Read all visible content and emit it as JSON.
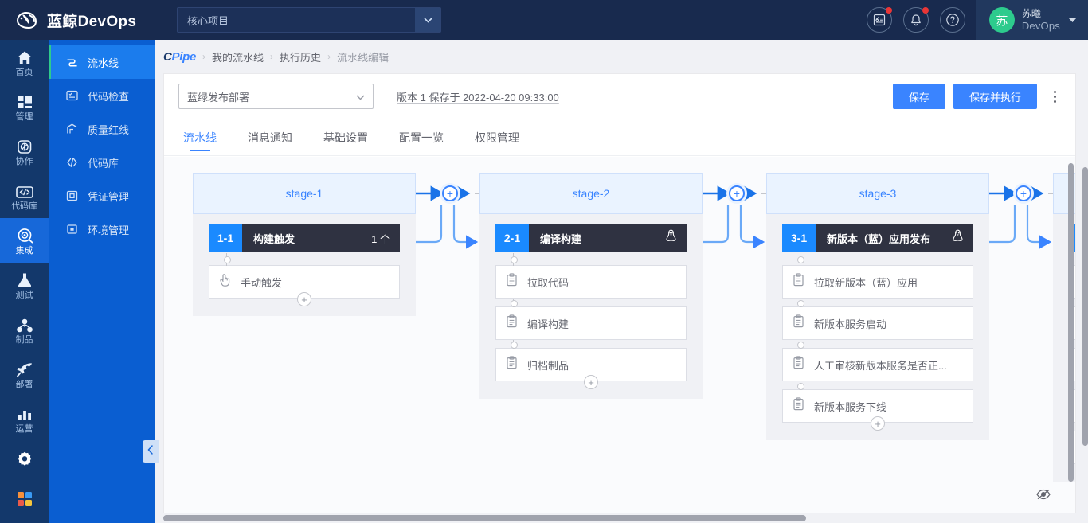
{
  "header": {
    "logo_text": "蓝鲸DevOps",
    "logo_icon": "whale-logo-icon",
    "project_value": "核心项目",
    "icons": [
      {
        "name": "todo-list-icon",
        "badge": true
      },
      {
        "name": "bell-icon",
        "badge": true
      },
      {
        "name": "help-icon",
        "badge": false
      }
    ],
    "user": {
      "avatar_text": "苏",
      "name": "苏曦",
      "org": "DevOps",
      "caret_icon": "chevron-down-icon"
    }
  },
  "rail": {
    "items": [
      {
        "label": "首页",
        "icon": "home-icon",
        "active": false
      },
      {
        "label": "管理",
        "icon": "dashboard-icon",
        "active": false
      },
      {
        "label": "协作",
        "icon": "collaborate-icon",
        "active": false
      },
      {
        "label": "代码库",
        "icon": "code-repo-icon",
        "active": false
      },
      {
        "label": "集成",
        "icon": "integration-icon",
        "active": true
      },
      {
        "label": "测试",
        "icon": "flask-icon",
        "active": false
      },
      {
        "label": "制品",
        "icon": "artifact-icon",
        "active": false
      },
      {
        "label": "部署",
        "icon": "rocket-icon",
        "active": false
      },
      {
        "label": "运营",
        "icon": "chart-bar-icon",
        "active": false
      }
    ],
    "bottom": [
      {
        "icon": "gear-icon"
      },
      {
        "icon": "apps-grid-icon"
      }
    ]
  },
  "subnav": {
    "items": [
      {
        "label": "流水线",
        "icon": "pipeline-icon",
        "active": true
      },
      {
        "label": "代码检查",
        "icon": "code-check-icon",
        "active": false
      },
      {
        "label": "质量红线",
        "icon": "quality-gate-icon",
        "active": false
      },
      {
        "label": "代码库",
        "icon": "code-library-icon",
        "active": false
      },
      {
        "label": "凭证管理",
        "icon": "credential-icon",
        "active": false
      },
      {
        "label": "环境管理",
        "icon": "environment-icon",
        "active": false
      }
    ],
    "collapse_icon": "chevron-left-icon"
  },
  "breadcrumb": {
    "brand_1": "C",
    "brand_2": "Pipe",
    "items": [
      "我的流水线",
      "执行历史",
      "流水线编辑"
    ],
    "separator": "›"
  },
  "toolbar": {
    "pipeline_value": "蓝绿发布部署",
    "pipeline_caret_icon": "chevron-down-icon",
    "version_info": "版本 1 保存于 2022-04-20 09:33:00",
    "save_label": "保存",
    "save_run_label": "保存并执行",
    "more_icon": "kebab-menu-icon"
  },
  "tabs": [
    {
      "label": "流水线",
      "active": true
    },
    {
      "label": "消息通知",
      "active": false
    },
    {
      "label": "基础设置",
      "active": false
    },
    {
      "label": "配置一览",
      "active": false
    },
    {
      "label": "权限管理",
      "active": false
    }
  ],
  "canvas": {
    "add_stage_label": "+",
    "add_task_label": "+",
    "stages": [
      {
        "title": "stage-1",
        "job": {
          "index": "1-1",
          "name": "构建触发",
          "count": "1 个",
          "os_icon": null
        },
        "tasks": [
          {
            "label": "手动触发",
            "icon": "hand-pointer-icon"
          }
        ]
      },
      {
        "title": "stage-2",
        "job": {
          "index": "2-1",
          "name": "编译构建",
          "count": null,
          "os_icon": "linux-penguin-icon"
        },
        "tasks": [
          {
            "label": "拉取代码",
            "icon": "clipboard-icon"
          },
          {
            "label": "编译构建",
            "icon": "clipboard-icon"
          },
          {
            "label": "归档制品",
            "icon": "clipboard-icon"
          }
        ]
      },
      {
        "title": "stage-3",
        "job": {
          "index": "3-1",
          "name": "新版本（蓝）应用发布",
          "count": null,
          "os_icon": "linux-penguin-icon"
        },
        "tasks": [
          {
            "label": "拉取新版本（蓝）应用",
            "icon": "clipboard-icon"
          },
          {
            "label": "新版本服务启动",
            "icon": "clipboard-icon"
          },
          {
            "label": "人工审核新版本服务是否正...",
            "icon": "clipboard-icon"
          },
          {
            "label": "新版本服务下线",
            "icon": "clipboard-icon"
          }
        ]
      },
      {
        "title": "",
        "job": {
          "index": "",
          "name": "",
          "count": null,
          "os_icon": null
        },
        "tasks": [
          {
            "label": "",
            "icon": "clipboard-icon"
          },
          {
            "label": "",
            "icon": "clipboard-icon"
          },
          {
            "label": "",
            "icon": "clipboard-icon"
          },
          {
            "label": "",
            "icon": "clipboard-icon"
          },
          {
            "label": "",
            "icon": "clipboard-icon"
          }
        ]
      }
    ],
    "hide_icon": "eye-off-icon"
  }
}
